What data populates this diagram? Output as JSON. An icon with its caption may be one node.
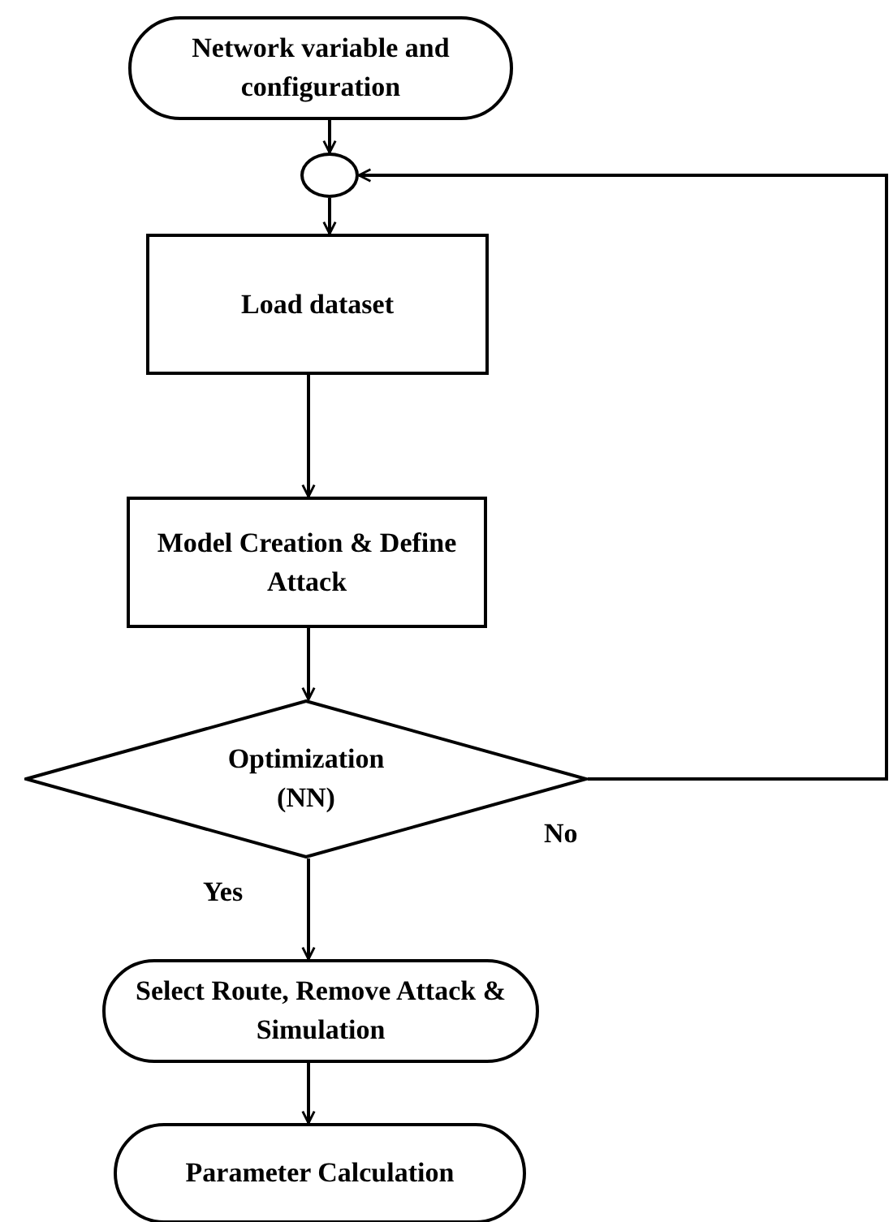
{
  "diagram": {
    "nodes": [
      {
        "text": [
          "Network variable and configuration"
        ]
      },
      {
        "text": [],
        "shape": "circle"
      },
      {
        "text": [
          "Load dataset"
        ]
      },
      {
        "text": [
          "Model Creation & Define Attack"
        ]
      },
      {
        "text": [
          "Optimization (NN)"
        ]
      },
      {
        "text": [
          "Select Route, Remove Attack & Simulation"
        ]
      },
      {
        "text": [
          "Parameter Calculation"
        ]
      }
    ],
    "edges": [
      {
        "from": 0,
        "to": 1,
        "arrow": "to"
      },
      {
        "from": 1,
        "to": 2,
        "arrow": "to"
      },
      {
        "from": 2,
        "to": 3,
        "arrow": "to"
      },
      {
        "from": 3,
        "to": 4,
        "arrow": "to"
      },
      {
        "from": 4,
        "to": 5,
        "arrow": "to",
        "label": "Yes"
      },
      {
        "from": 5,
        "to": 6,
        "arrow": "to"
      },
      {
        "from": 4,
        "to": 1,
        "arrow": "to",
        "label": "No"
      }
    ]
  }
}
